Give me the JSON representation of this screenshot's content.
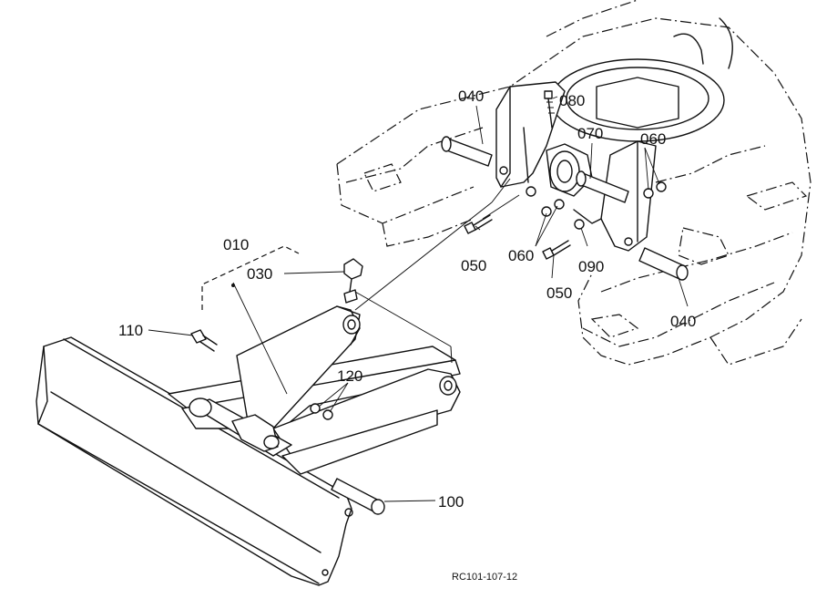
{
  "labels": {
    "l010": "010",
    "l030": "030",
    "l040a": "040",
    "l040b": "040",
    "l050a": "050",
    "l050b": "050",
    "l060a": "060",
    "l060b": "060",
    "l070": "070",
    "l080": "080",
    "l090": "090",
    "l100": "100",
    "l110": "110",
    "l120": "120"
  },
  "drawing_code": "RC101-107-12"
}
